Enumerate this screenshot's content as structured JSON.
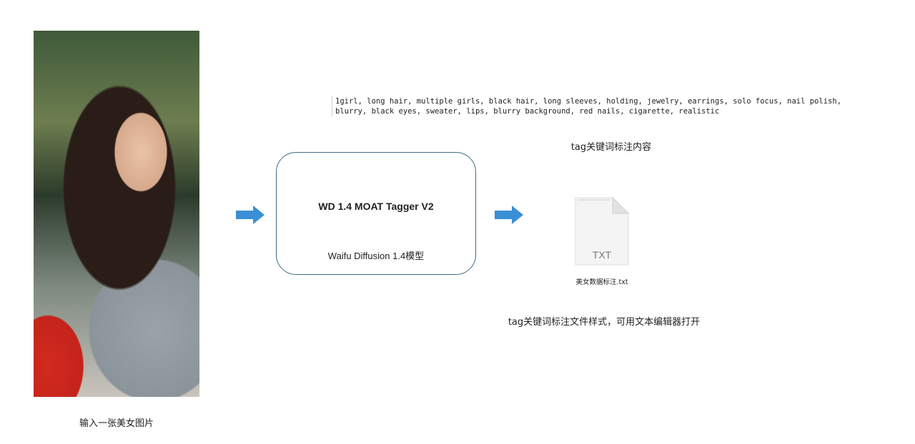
{
  "input": {
    "caption": "输入一张美女图片"
  },
  "model": {
    "title": "WD 1.4 MOAT Tagger V2",
    "subtitle": "Waifu Diffusion 1.4模型"
  },
  "output": {
    "tags": "1girl, long hair, multiple girls, black hair, long sleeves, holding, jewelry, earrings, solo focus, nail polish,\nblurry, black eyes, sweater, lips, blurry background, red nails, cigarette, realistic",
    "tags_caption": "tag关键词标注内容",
    "file_type": "TXT",
    "file_name": "美女数据标注.txt",
    "file_caption": "tag关键词标注文件样式，可用文本编辑器打开"
  },
  "colors": {
    "arrow": "#3a8fd6",
    "box_border": "#3e6b86"
  }
}
